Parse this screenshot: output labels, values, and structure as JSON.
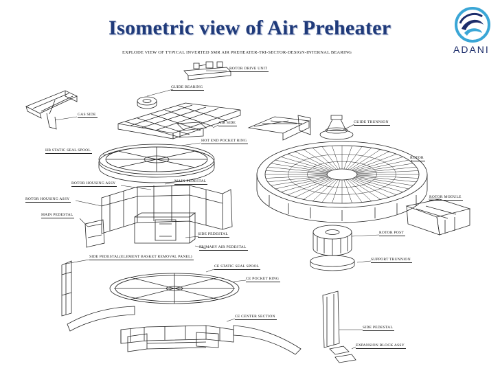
{
  "slide": {
    "title": "Isometric view of Air Preheater",
    "subtitle": "EXPLODE VIEW OF TYPICAL INVERTED SMR AIR PREHEATER-TRI-SECTOR-DESIGN-INTERNAL BEARING",
    "logo_text": "ADANI",
    "colors": {
      "title": "#1f3a7a",
      "logo_blue": "#1c2d6b",
      "logo_light": "#3aa6d6",
      "line": "#222222"
    }
  },
  "labels": {
    "rotor_drive_unit": "ROTOR DRIVE UNIT",
    "guide_bearing": "GUIDE BEARING",
    "gas_side": "GAS SIDE",
    "air_side": "AIR SIDE",
    "guide_trunnion": "GUIDE TRUNNION",
    "hot_end_pocket_ring": "HOT END POCKET RING",
    "hb_static_seal_spool": "HB STATIC SEAL SPOOL",
    "rotor": "ROTOR",
    "rotor_housing_assy_1": "ROTOR HOUSING ASSY",
    "main_pedestal_1": "MAIN PEDESTAL",
    "rotor_housing_assy_2": "ROTOR HOUSING ASSY",
    "rotor_module": "ROTOR MODULE",
    "main_pedestal_2": "MAIN PEDESTAL",
    "side_pedestal_1": "SIDE PEDESTAL",
    "rotor_post": "ROTOR POST",
    "primary_air_pedestal": "PRIMARY AIR PEDESTAL",
    "side_pedestal_panel": "SIDE PEDESTAL(ELEMENT BASKET REMOVAL PANEL)",
    "support_trunnion": "SUPPORT TRUNNION",
    "ce_static_seal_spool": "CE STATIC SEAL SPOOL",
    "ce_pocket_ring": "CE POCKET RING",
    "ce_center_section": "CE CENTER SECTION",
    "side_pedestal_2": "SIDE PEDESTAL",
    "expansion_block_assy": "EXPANSION BLOCK ASSY"
  }
}
